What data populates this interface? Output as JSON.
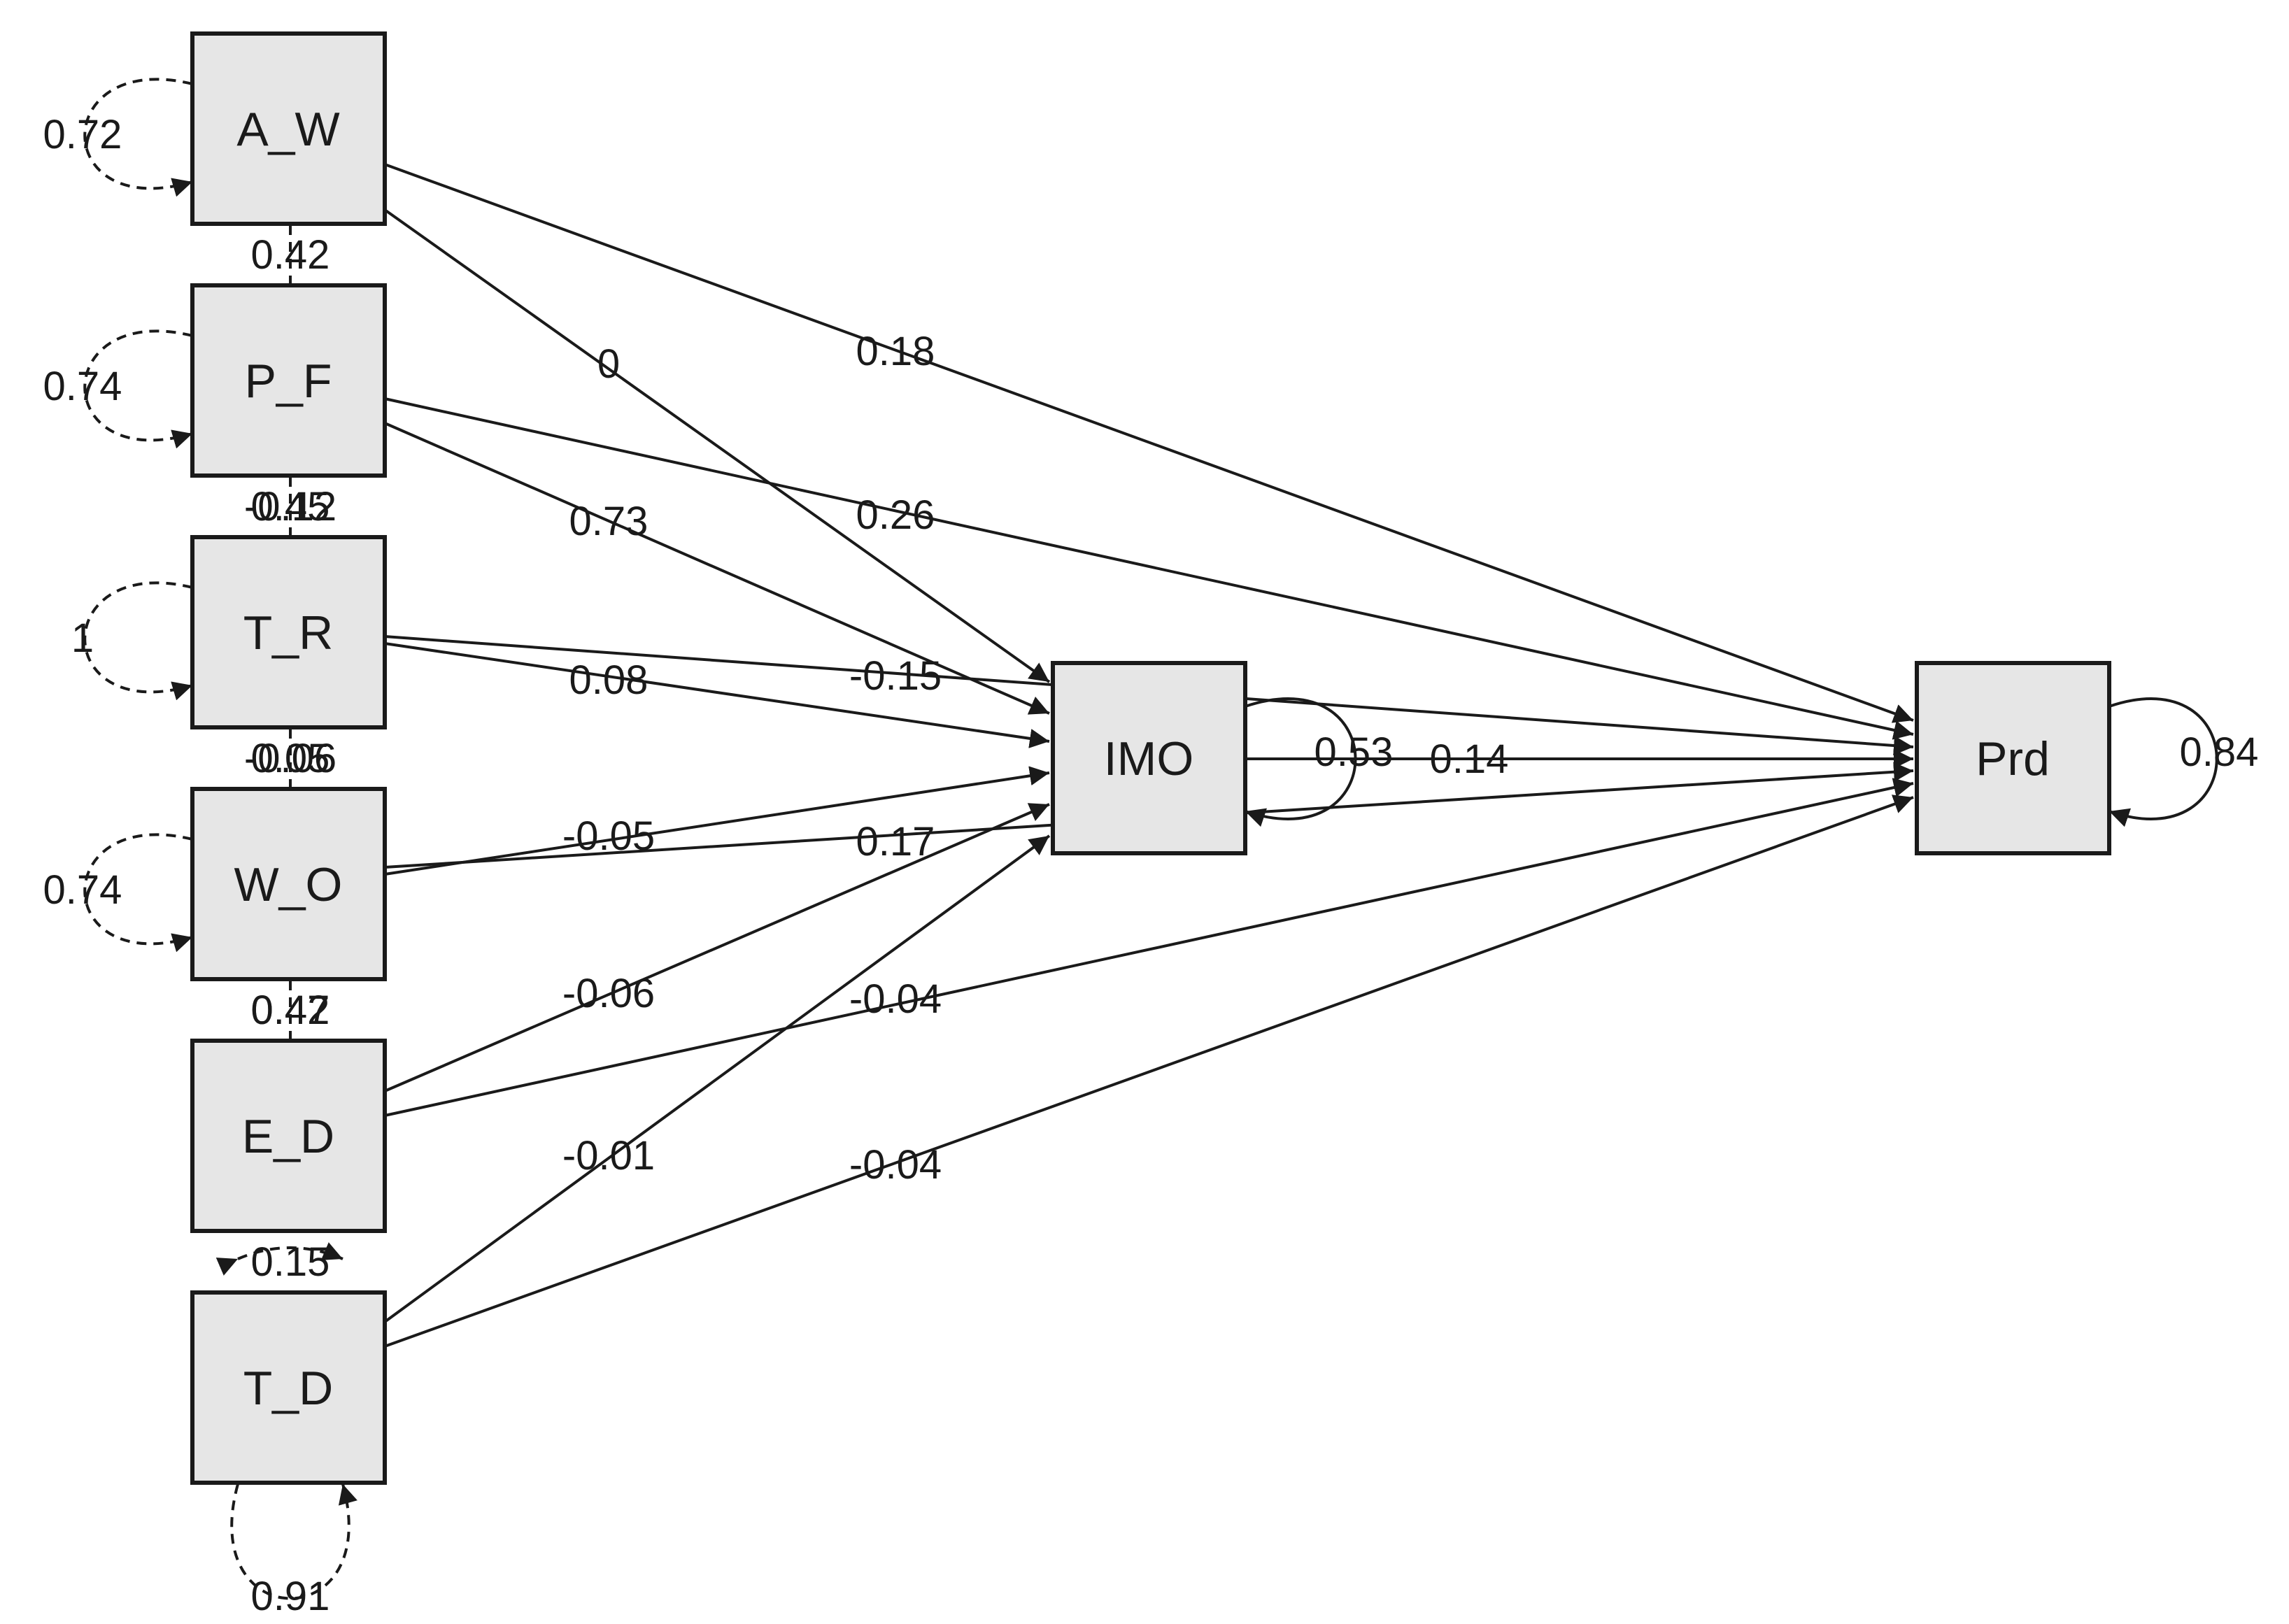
{
  "nodes": {
    "aw": "A_W",
    "pf": "P_F",
    "tr": "T_R",
    "wo": "W_O",
    "ed": "E_D",
    "td": "T_D",
    "imo": "IMO",
    "prd": "Prd"
  },
  "paths": {
    "aw_imo": "0",
    "aw_prd": "0.18",
    "pf_imo": "0.73",
    "pf_prd": "0.26",
    "tr_imo": "0.08",
    "tr_prd": "-0.15",
    "wo_imo": "-0.05",
    "wo_prd": "0.17",
    "ed_imo": "-0.06",
    "ed_prd": "-0.04",
    "td_imo": "-0.01",
    "td_prd": "-0.04",
    "imo_prd": "0.14"
  },
  "variances": {
    "aw": "0.72",
    "pf": "0.74",
    "tr": "1",
    "wo": "0.74",
    "td": "0.91",
    "imo": "0.53",
    "prd": "0.84"
  },
  "covariances": {
    "aw_pf": "0.42",
    "pf_tr_a": "-0.12",
    "pf_tr_b": "0.45",
    "tr_wo_a": "-0.06",
    "tr_wo_b": "0.05",
    "wo_ed_a": "0.42",
    "wo_ed_b": "0.47",
    "ed_td": "0.15"
  }
}
